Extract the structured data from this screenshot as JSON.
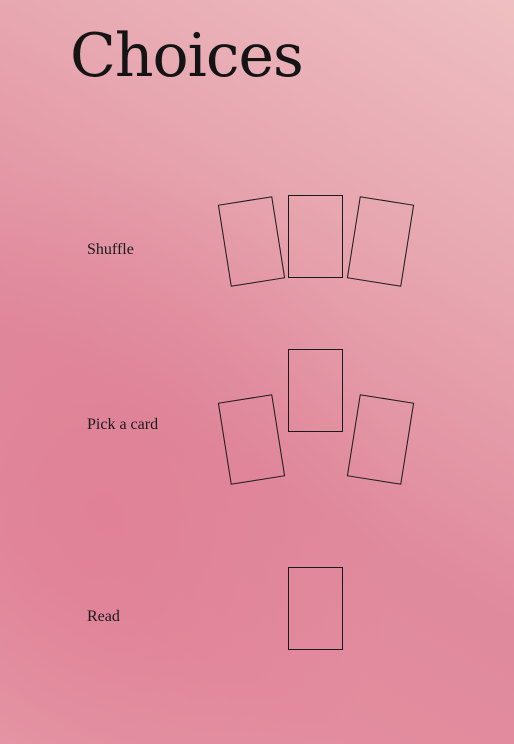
{
  "page": {
    "title": "Choices"
  },
  "steps": [
    {
      "label": "Shuffle"
    },
    {
      "label": "Pick a card"
    },
    {
      "label": "Read"
    }
  ],
  "colors": {
    "background_top_right": "#eebfc2",
    "background_center": "#e08a9d",
    "ink": "#1a1a1a"
  }
}
